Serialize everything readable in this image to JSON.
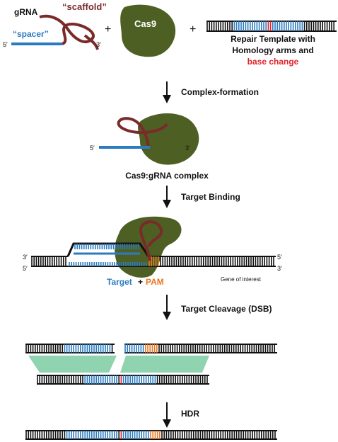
{
  "colors": {
    "rna_red": "#7b2a2a",
    "spacer_blue": "#2b7bc0",
    "cas9_green": "#4e5f23",
    "base_change_red": "#e0222a",
    "pam_orange": "#e87722",
    "homology_green": "#8fd3b0",
    "dna_black": "#111111"
  },
  "gRNA": {
    "label": "gRNA",
    "scaffold_label": "“scaffold”",
    "spacer_label": "“spacer”",
    "five_prime": "5′",
    "three_prime": "3′"
  },
  "reagents": {
    "plus1": "+",
    "plus2": "+",
    "cas9_label": "Cas9"
  },
  "repair_template": {
    "line1": "Repair Template with",
    "line2": "Homology arms and",
    "line3": "base change"
  },
  "steps": {
    "complex_formation": "Complex-formation",
    "target_binding": "Target Binding",
    "target_cleavage": "Target Cleavage (DSB)",
    "hdr": "HDR"
  },
  "complex": {
    "label": "Cas9:gRNA complex",
    "five_prime": "5′",
    "three_prime": "3′"
  },
  "target_dna": {
    "top_left": "3′",
    "bottom_left": "5′",
    "top_right": "5′",
    "bottom_right": "3′",
    "gene_label": "Gene of interest",
    "target_label": "Target",
    "plus": "+",
    "pam_label": "PAM"
  },
  "icons": {
    "arrow": "down-arrow-icon"
  }
}
